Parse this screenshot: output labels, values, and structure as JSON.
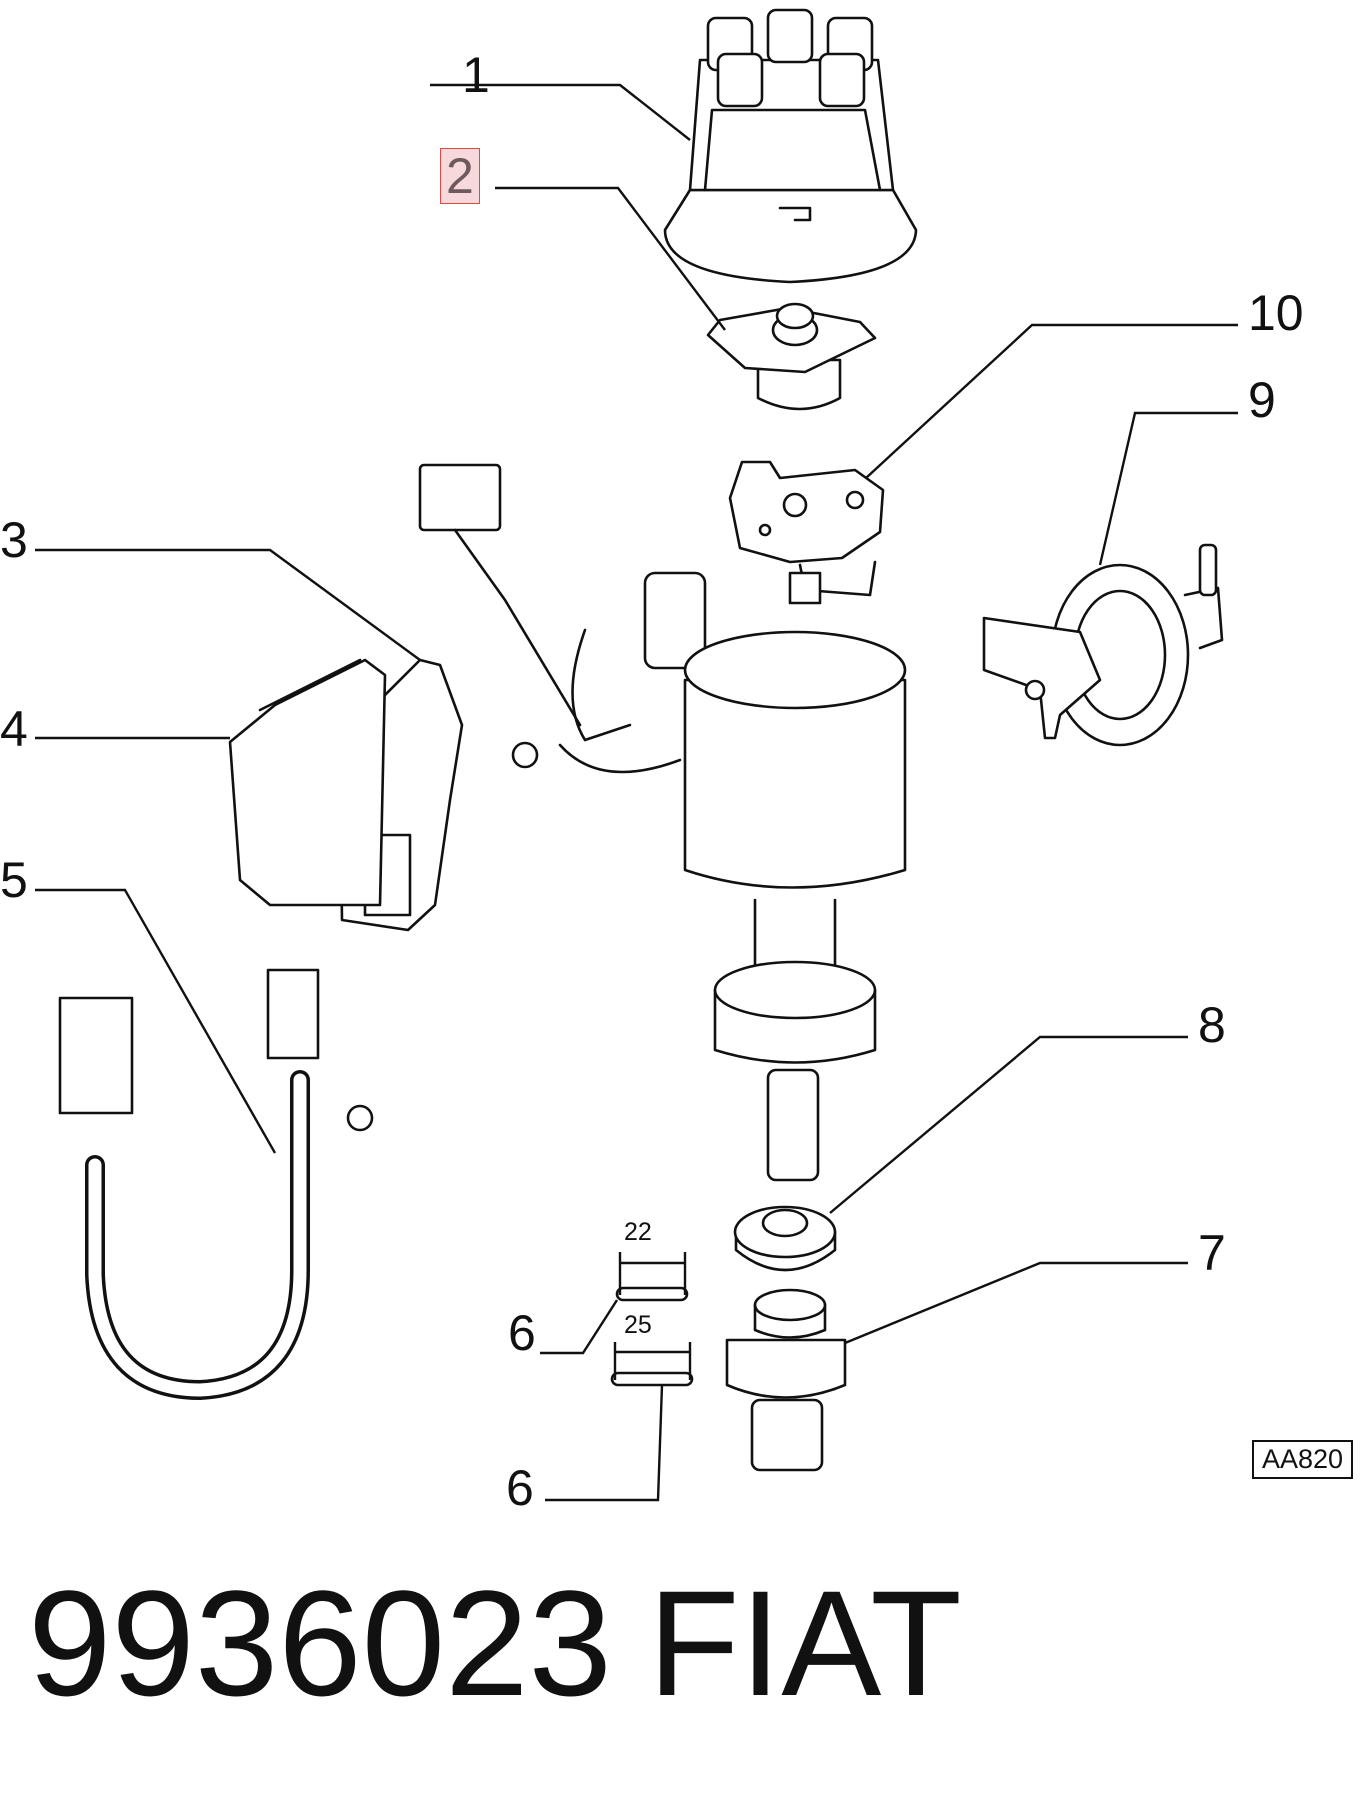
{
  "callouts": {
    "c1": "1",
    "c2": "2",
    "c3": "3",
    "c4": "4",
    "c5": "5",
    "c6a": "6",
    "c6b": "6",
    "c7": "7",
    "c8": "8",
    "c9": "9",
    "c10": "10"
  },
  "dimensions": {
    "d22": "22",
    "d25": "25"
  },
  "reference_code": "AA820",
  "footer": {
    "part_number": "9936023",
    "brand": "FIAT"
  },
  "highlight": {
    "fill": "#f7d9dc",
    "border": "#e04848"
  }
}
